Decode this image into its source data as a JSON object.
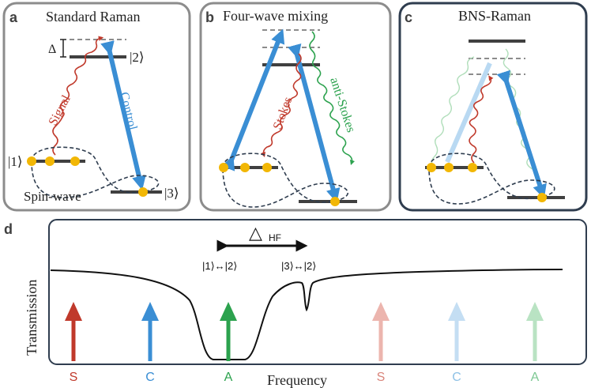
{
  "colors": {
    "panel_border": "#8c8c8c",
    "panel_border_dark": "#2f3d4f",
    "level": "#404040",
    "dashed_level": "#8c8c8c",
    "atom": "#f2b705",
    "control": "#3a8ed4",
    "control_light": "#b9d9f2",
    "signal": "#c0392b",
    "signal_light": "#e8a7a0",
    "anti_stokes": "#2ca24e",
    "anti_stokes_light": "#b0deba",
    "spin_wave": "#2f3d4f",
    "transmission": "#111111"
  },
  "panel_a": {
    "letter": "a",
    "title": "Standard Raman",
    "delta": "Δ",
    "ket_1": "|1⟩",
    "ket_2": "|2⟩",
    "ket_3": "|3⟩",
    "signal": "Signal",
    "control": "Control",
    "spin_wave": "Spin-wave"
  },
  "panel_b": {
    "letter": "b",
    "title": "Four-wave mixing",
    "stokes": "Stokes",
    "anti_stokes": "anti-Stokes"
  },
  "panel_c": {
    "letter": "c",
    "title": "BNS-Raman"
  },
  "panel_d": {
    "letter": "d",
    "delta_label": "△",
    "delta_sub": "HF",
    "trans_12": "|1⟩↔|2⟩",
    "trans_32": "|3⟩↔|2⟩",
    "ylabel": "Transmission",
    "xlabel": "Frequency",
    "arrows": [
      {
        "label": "S",
        "color": "#c0392b",
        "text_color": "#c0392b"
      },
      {
        "label": "C",
        "color": "#3a8ed4",
        "text_color": "#3a8ed4"
      },
      {
        "label": "A",
        "color": "#2ca24e",
        "text_color": "#2ca24e"
      },
      {
        "label": "S",
        "color": "#ecb5ae",
        "text_color": "#d9847a"
      },
      {
        "label": "C",
        "color": "#c4def3",
        "text_color": "#8ec1e6"
      },
      {
        "label": "A",
        "color": "#b9e3c3",
        "text_color": "#7cc892"
      }
    ]
  }
}
